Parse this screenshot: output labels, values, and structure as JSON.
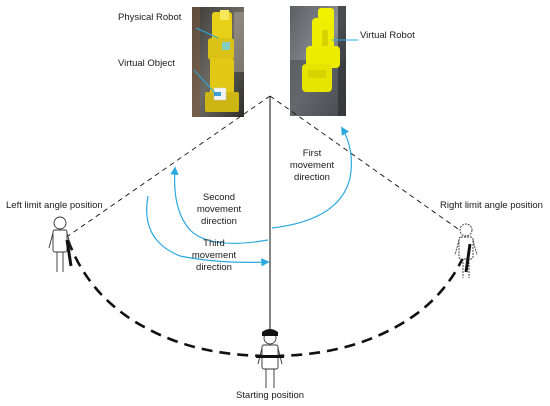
{
  "labels": {
    "physical_robot": "Physical Robot",
    "virtual_object": "Virtual Object",
    "virtual_robot": "Virtual Robot",
    "first_l1": "First",
    "first_l2": "movement",
    "first_l3": "direction",
    "second_l1": "Second",
    "second_l2": "movement",
    "second_l3": "direction",
    "third_l1": "Third",
    "third_l2": "movement",
    "third_l3": "direction",
    "left_limit": "Left limit angle position",
    "right_limit": "Right limit angle position",
    "starting": "Starting position"
  },
  "colors": {
    "arrow": "#29a9e0",
    "robot_yellow": "#e9d018",
    "virtual_yellow": "#f2f200",
    "line": "#222222"
  }
}
